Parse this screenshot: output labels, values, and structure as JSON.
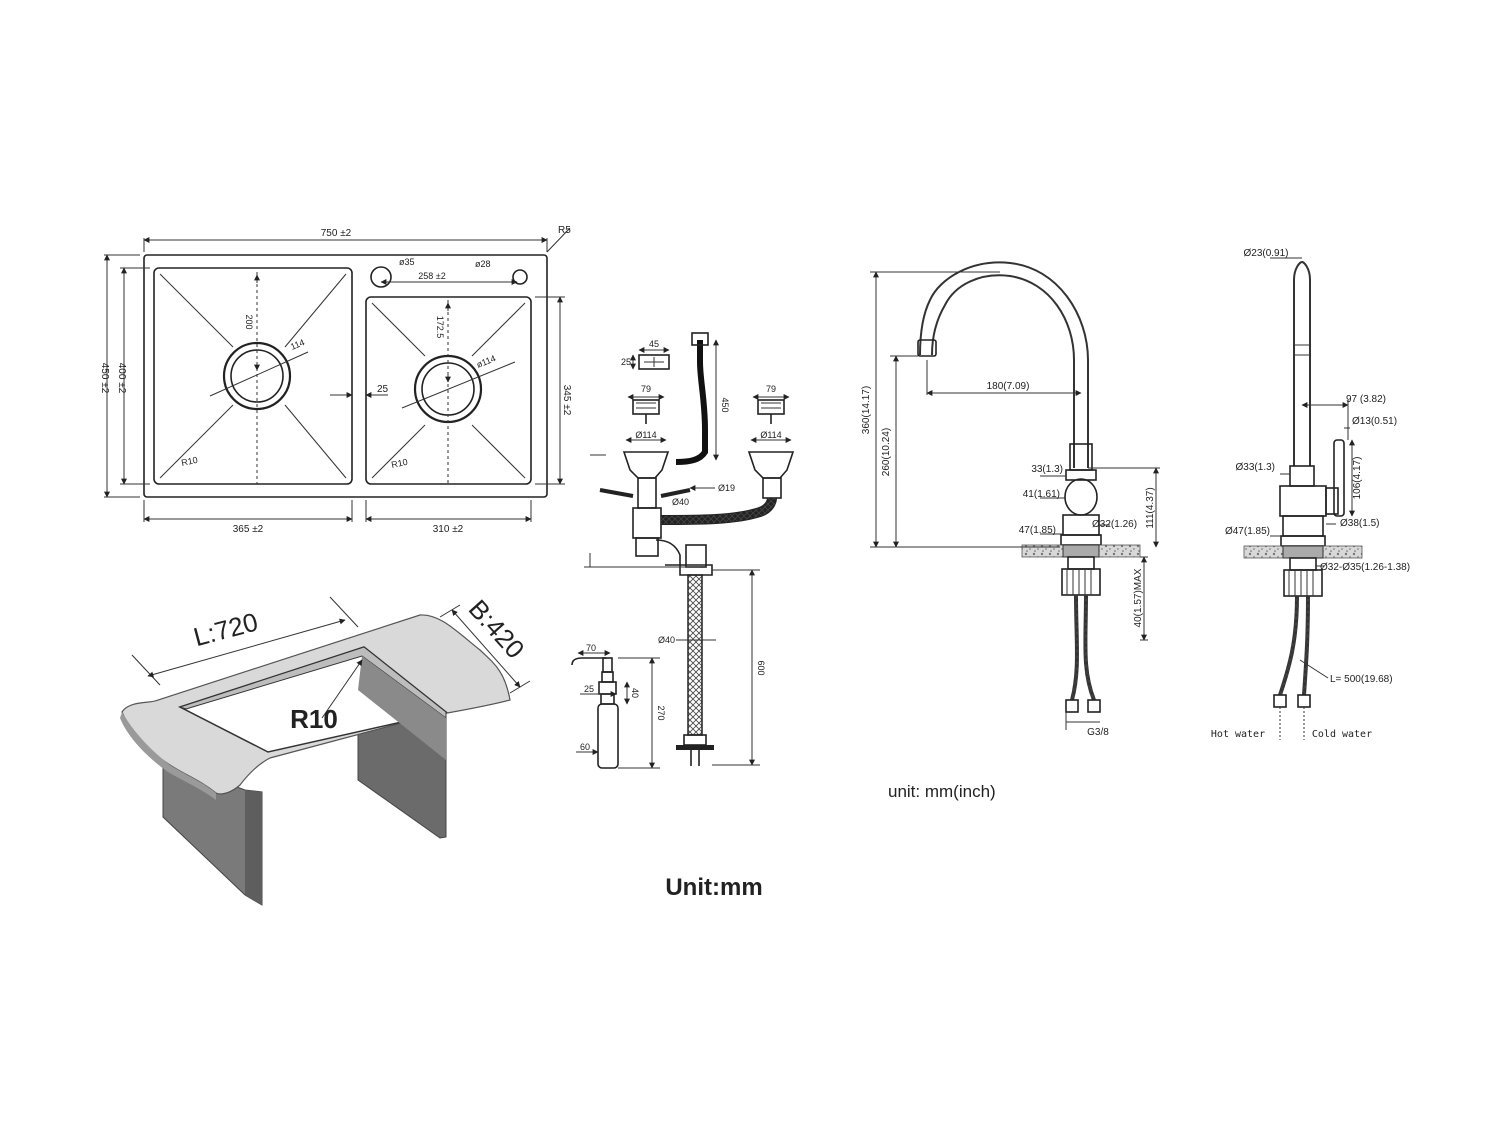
{
  "sink_top": {
    "overall_width": "750 ±2",
    "corner_radius": "R5",
    "hole_left_dia": "ø35",
    "hole_right_dia": "ø28",
    "hole_spacing": "258 ±2",
    "overall_depth": "450 ±2",
    "inner_depth": "400 ±2",
    "right_bowl_depth": "345 ±2",
    "left_bowl_width": "365 ±2",
    "right_bowl_width": "310 ±2",
    "left_drain_offset": "200",
    "right_drain_offset": "172.5",
    "left_drain_dia": "114",
    "right_drain_dia": "ø114",
    "divider_width": "25",
    "left_bowl_radius": "R10",
    "right_bowl_radius": "R10"
  },
  "cutout_3d": {
    "length_label": "L:720",
    "width_label": "B:420",
    "radius_label": "R10"
  },
  "drain_kit": {
    "overflow_w": "45",
    "overflow_h": "25",
    "hose_length": "450",
    "strainer_left_top": "79",
    "strainer_left_dia": "Ø114",
    "strainer_right_top": "79",
    "strainer_right_dia": "Ø114",
    "overflow_pipe_dia": "Ø19",
    "branch_dia": "Ø40",
    "drain_pipe_dia": "Ø40",
    "drain_length": "600"
  },
  "soap_dispenser": {
    "spout_length": "70",
    "neck_width": "25",
    "neck_height": "40",
    "total_height": "270",
    "bottle_dia": "60"
  },
  "unit_label": "Unit:mm",
  "faucet_front": {
    "height_total": "360(14.17)",
    "height_spout": "260(10.24)",
    "reach": "180(7.09)",
    "dim_33": "33(1.3)",
    "dim_41": "41(1.61)",
    "dim_47": "47(1.85)",
    "dim_32": "Ø32(1.26)",
    "dim_111": "111(4.37)",
    "dim_max": "40(1.57)MAX",
    "connector": "G3/8"
  },
  "faucet_side": {
    "dim_23": "Ø23(0.91)",
    "dim_97": "97 (3.82)",
    "dim_13": "Ø13(0.51)",
    "dim_33": "Ø33(1.3)",
    "dim_106": "106(4.17)",
    "dim_47": "Ø47(1.85)",
    "dim_38": "Ø38(1.5)",
    "dim_range": "Ø32-Ø35(1.26-1.38)",
    "hose_length": "L= 500(19.68)",
    "hot_label": "Hot water",
    "cold_label": "Cold water"
  },
  "faucet_unit": "unit: mm(inch)"
}
